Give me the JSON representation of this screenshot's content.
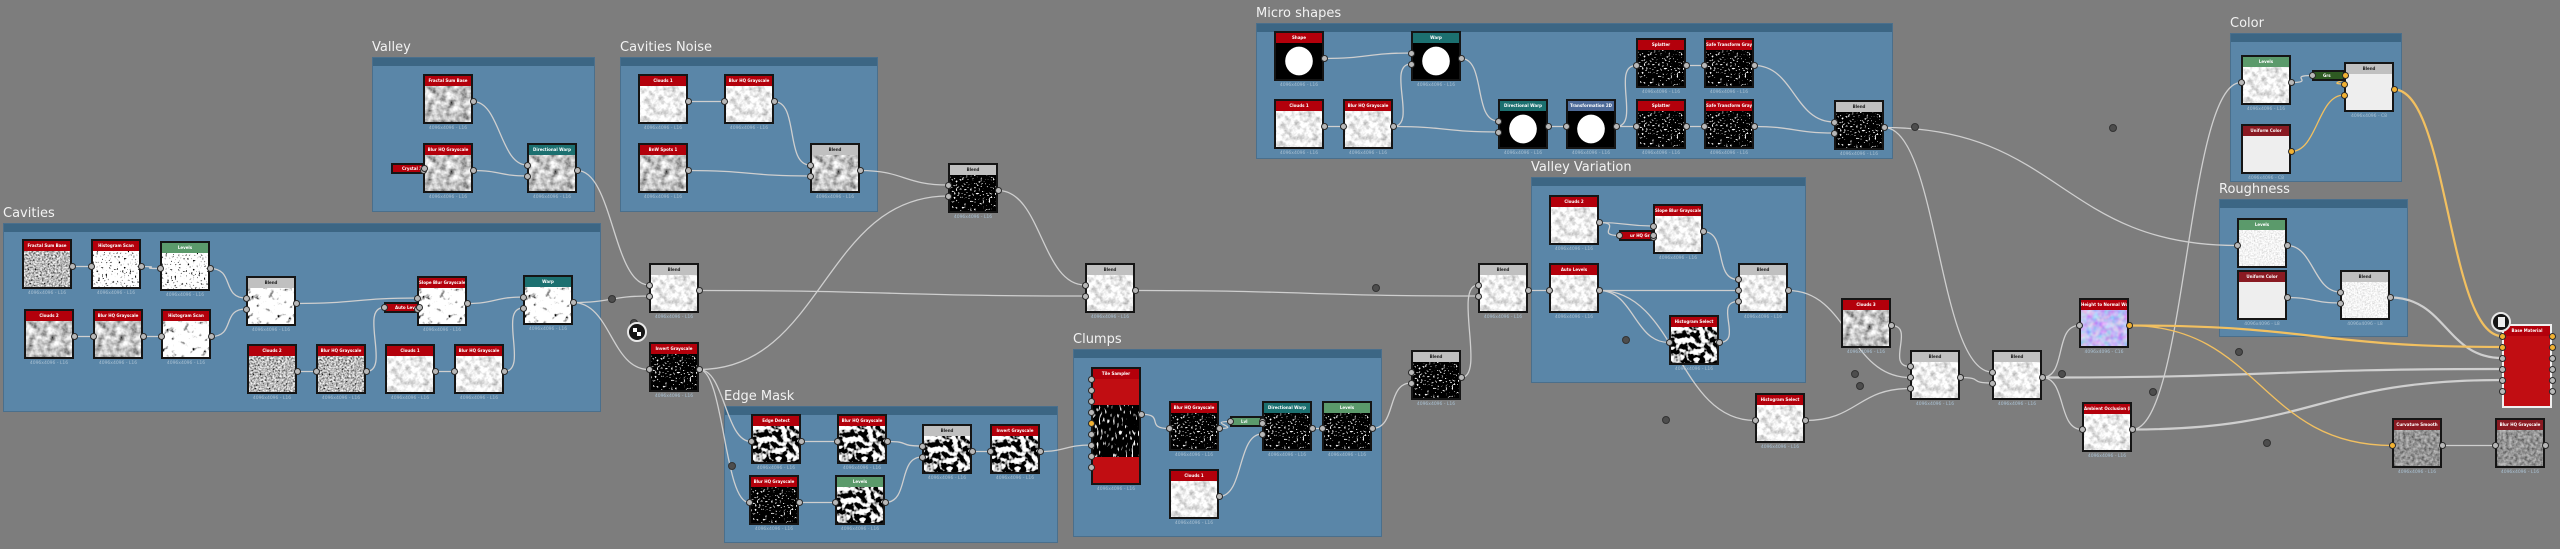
{
  "colors": {
    "background": "#7d7d7d",
    "frame": "#5a86a8",
    "header_red": "#b3000b",
    "header_green": "#5b9a6b",
    "header_teal": "#1c7070",
    "header_gray": "#c0c0c0",
    "header_blue": "#4d6a98",
    "header_darkgreen": "#2e5a22",
    "header_darkred": "#8a1a22",
    "wire": "#cfcfcf",
    "wire_orange": "#f2c060"
  },
  "frames": [
    {
      "id": "valley",
      "title": "Valley"
    },
    {
      "id": "cavities_noise",
      "title": "Cavities Noise"
    },
    {
      "id": "cavities",
      "title": "Cavities"
    },
    {
      "id": "micro_shapes",
      "title": "Micro shapes"
    },
    {
      "id": "valley_variation",
      "title": "Valley Variation"
    },
    {
      "id": "edge_mask",
      "title": "Edge Mask"
    },
    {
      "id": "clumps",
      "title": "Clumps"
    },
    {
      "id": "color",
      "title": "Color"
    },
    {
      "id": "roughness",
      "title": "Roughness"
    }
  ],
  "nodes": [
    {
      "id": "v1",
      "title": "Fractal Sum Base",
      "header": "red",
      "thumb": "gray",
      "res": "4096x4096 - L16"
    },
    {
      "id": "v2",
      "title": "Blur HQ Grayscale",
      "header": "red",
      "thumb": "gray",
      "res": "4096x4096 - L16"
    },
    {
      "id": "v3",
      "title": "Crystal 2",
      "header": "red",
      "mini": true
    },
    {
      "id": "v4",
      "title": "Directional Warp",
      "header": "teal",
      "thumb": "gray",
      "res": "4096x4096 - L16"
    },
    {
      "id": "cn1",
      "title": "Clouds 1",
      "header": "red",
      "thumb": "light",
      "res": "4096x4096 - L16"
    },
    {
      "id": "cn2",
      "title": "Blur HQ Grayscale",
      "header": "red",
      "thumb": "light",
      "res": "4096x4096 - L16"
    },
    {
      "id": "cn3",
      "title": "BnW Spots 1",
      "header": "red",
      "thumb": "gray",
      "res": "4096x4096 - L16"
    },
    {
      "id": "cn4",
      "title": "Blend",
      "header": "gray",
      "thumb": "gray",
      "res": "4096x4096 - L16"
    },
    {
      "id": "c1",
      "title": "Fractal Sum Base",
      "header": "red",
      "thumb": "fine",
      "res": "4096x4096 - L16"
    },
    {
      "id": "c2",
      "title": "Histogram Scan",
      "header": "red",
      "thumb": "whitedots",
      "res": "4096x4096 - L16"
    },
    {
      "id": "c3",
      "title": "Levels",
      "header": "green",
      "thumb": "whitedots",
      "res": "4096x4096 - L16"
    },
    {
      "id": "c4",
      "title": "Blend",
      "header": "gray",
      "thumb": "whiteblotch",
      "res": "4096x4096 - L16"
    },
    {
      "id": "c5",
      "title": "Clouds 2",
      "header": "red",
      "thumb": "gray",
      "res": "4096x4096 - L16"
    },
    {
      "id": "c6",
      "title": "Blur HQ Grayscale",
      "header": "red",
      "thumb": "gray",
      "res": "4096x4096 - L16"
    },
    {
      "id": "c7",
      "title": "Histogram Scan",
      "header": "red",
      "thumb": "whiteblotch",
      "res": "4096x4096 - L16"
    },
    {
      "id": "c8",
      "title": "Clouds 2",
      "header": "red",
      "thumb": "fine",
      "res": "4096x4096 - L16"
    },
    {
      "id": "c9",
      "title": "Blur HQ Grayscale",
      "header": "red",
      "thumb": "fine",
      "res": "4096x4096 - L16"
    },
    {
      "id": "c10",
      "title": "Clouds 1",
      "header": "red",
      "thumb": "light",
      "res": "4096x4096 - L16"
    },
    {
      "id": "c11",
      "title": "Blur HQ Grayscale",
      "header": "red",
      "thumb": "light",
      "res": "4096x4096 - L16"
    },
    {
      "id": "c12",
      "title": "Slope Blur Grayscale",
      "header": "red",
      "thumb": "whiteblotch",
      "res": "4096x4096 - L16"
    },
    {
      "id": "c13",
      "title": "Auto Levels",
      "header": "red",
      "mini": true
    },
    {
      "id": "c14",
      "title": "Warp",
      "header": "teal",
      "thumb": "whiteblotch",
      "res": "4096x4096 - L16"
    },
    {
      "id": "m1",
      "title": "Blend",
      "header": "gray",
      "thumb": "light",
      "res": "4096x4096 - L16"
    },
    {
      "id": "m2",
      "title": "Invert Grayscale",
      "header": "red",
      "thumb": "specks",
      "res": "4096x4096 - L16"
    },
    {
      "id": "m3",
      "title": "Blend",
      "header": "gray",
      "thumb": "specks",
      "res": "4096x4096 - L16"
    },
    {
      "id": "m4",
      "title": "Blend",
      "header": "gray",
      "thumb": "light",
      "res": "4096x4096 - L16"
    },
    {
      "id": "m5",
      "title": "Blend",
      "header": "gray",
      "thumb": "specks",
      "res": "4096x4096 - L16"
    },
    {
      "id": "e1",
      "title": "Edge Detect",
      "header": "red",
      "thumb": "blotch",
      "res": "4096x4096 - L16"
    },
    {
      "id": "e2",
      "title": "Blur HQ Grayscale",
      "header": "red",
      "thumb": "blotch",
      "res": "4096x4096 - L16"
    },
    {
      "id": "e3",
      "title": "Blend",
      "header": "gray",
      "thumb": "blotch",
      "res": "4096x4096 - L16"
    },
    {
      "id": "e4",
      "title": "Invert Grayscale",
      "header": "red",
      "thumb": "blotch",
      "res": "4096x4096 - L16"
    },
    {
      "id": "e5",
      "title": "Blur HQ Grayscale",
      "header": "red",
      "thumb": "specks",
      "res": "4096x4096 - L16"
    },
    {
      "id": "e6",
      "title": "Levels",
      "header": "green",
      "thumb": "blotch",
      "res": "4096x4096 - L16"
    },
    {
      "id": "k1",
      "title": "Tile Sampler",
      "header": "red",
      "thumb": "tile",
      "res": "4096x4096 - L16"
    },
    {
      "id": "k2",
      "title": "Blur HQ Grayscale",
      "header": "red",
      "thumb": "specks",
      "res": "4096x4096 - L16"
    },
    {
      "id": "k3",
      "title": "Lvl",
      "header": "green",
      "mini": true
    },
    {
      "id": "k4",
      "title": "Directional Warp",
      "header": "teal",
      "thumb": "specks",
      "res": "4096x4096 - L16"
    },
    {
      "id": "k5",
      "title": "Levels",
      "header": "green",
      "thumb": "specks",
      "res": "4096x4096 - L16"
    },
    {
      "id": "k6",
      "title": "Clouds 1",
      "header": "red",
      "thumb": "light",
      "res": "4096x4096 - L16"
    },
    {
      "id": "s1",
      "title": "Shape",
      "header": "red",
      "thumb": "blob",
      "res": "4096x4096 - L16"
    },
    {
      "id": "s2",
      "title": "Warp",
      "header": "teal",
      "thumb": "blob",
      "res": "4096x4096 - L16"
    },
    {
      "id": "s3",
      "title": "Clouds 1",
      "header": "red",
      "thumb": "light",
      "res": "4096x4096 - L16"
    },
    {
      "id": "s4",
      "title": "Blur HQ Grayscale",
      "header": "red",
      "thumb": "light",
      "res": "4096x4096 - L16"
    },
    {
      "id": "s5",
      "title": "Directional Warp",
      "header": "teal",
      "thumb": "blob",
      "res": "4096x4096 - L16"
    },
    {
      "id": "s6",
      "title": "Transformation 2D",
      "header": "blue",
      "thumb": "blob",
      "res": "4096x4096 - L16"
    },
    {
      "id": "s7",
      "title": "Splatter",
      "header": "red",
      "thumb": "specks",
      "res": "4096x4096 - L16"
    },
    {
      "id": "s8",
      "title": "Safe Transform Grays...",
      "header": "red",
      "thumb": "specks",
      "res": "4096x4096 - L16"
    },
    {
      "id": "s9",
      "title": "Splatter",
      "header": "red",
      "thumb": "specks",
      "res": "4096x4096 - L16"
    },
    {
      "id": "s10",
      "title": "Safe Transform Grays...",
      "header": "red",
      "thumb": "specks",
      "res": "4096x4096 - L16"
    },
    {
      "id": "s11",
      "title": "Blend",
      "header": "gray",
      "thumb": "specks",
      "res": "4096x4096 - L16"
    },
    {
      "id": "vv0",
      "title": "Blend",
      "header": "gray",
      "thumb": "light",
      "res": "4096x4096 - L16"
    },
    {
      "id": "vv1",
      "title": "Clouds 2",
      "header": "red",
      "thumb": "light",
      "res": "4096x4096 - L16"
    },
    {
      "id": "vv2",
      "title": "Slope Blur Grayscale",
      "header": "red",
      "thumb": "light",
      "res": "4096x4096 - L16"
    },
    {
      "id": "vv3",
      "title": "ur HQ Gra...",
      "header": "red",
      "mini": true
    },
    {
      "id": "vv4",
      "title": "Auto Levels",
      "header": "red",
      "thumb": "light",
      "res": "4096x4096 - L16"
    },
    {
      "id": "vv5",
      "title": "Blend",
      "header": "gray",
      "thumb": "light",
      "res": "4096x4096 - L16"
    },
    {
      "id": "vv6",
      "title": "Histogram Select",
      "header": "red",
      "thumb": "blotch",
      "res": "4096x4096 - L16"
    },
    {
      "id": "r1",
      "title": "Clouds 3",
      "header": "red",
      "thumb": "gray",
      "res": "4096x4096 - L16"
    },
    {
      "id": "r2",
      "title": "Histogram Select",
      "header": "red",
      "thumb": "light",
      "res": "4096x4096 - L16"
    },
    {
      "id": "r3",
      "title": "Blend",
      "header": "gray",
      "thumb": "light",
      "res": "4096x4096 - L16"
    },
    {
      "id": "r4",
      "title": "Blend",
      "header": "gray",
      "thumb": "light",
      "res": "4096x4096 - L16"
    },
    {
      "id": "r5",
      "title": "Height to Normal Worl...",
      "header": "red",
      "thumb": "normal",
      "res": "4096x4096 - C16"
    },
    {
      "id": "r6",
      "title": "Ambient Occlusion (HB...",
      "header": "red",
      "thumb": "light",
      "res": "4096x4096 - L16"
    },
    {
      "id": "col1",
      "title": "Levels",
      "header": "green",
      "thumb": "light",
      "res": "4096x4096 - L16"
    },
    {
      "id": "col2",
      "title": "Grs",
      "header": "darkgreen",
      "mini": true
    },
    {
      "id": "col3",
      "title": "Blend",
      "header": "gray",
      "thumb": "white",
      "res": "4096x4096 - C8"
    },
    {
      "id": "col4",
      "title": "Uniform Color",
      "header": "darkred",
      "thumb": "white",
      "res": "4096x4096 - C8"
    },
    {
      "id": "rg1",
      "title": "Levels",
      "header": "green",
      "thumb": "finelight",
      "res": ""
    },
    {
      "id": "rg2",
      "title": "Uniform Color",
      "header": "darkred",
      "thumb": "white",
      "res": "4096x4096 - L8"
    },
    {
      "id": "rg3",
      "title": "Blend",
      "header": "gray",
      "thumb": "finelight",
      "res": "4096x4096 - L8"
    },
    {
      "id": "out",
      "title": "Base Material",
      "header": "red",
      "thumb": "red",
      "res": ""
    },
    {
      "id": "r7",
      "title": "Curvature Smooth",
      "header": "darkred",
      "thumb": "dark",
      "res": "4096x4096 - L16"
    },
    {
      "id": "r8",
      "title": "Blur HQ Grayscale",
      "header": "darkred",
      "thumb": "dark",
      "res": "4096x4096 - L16"
    }
  ]
}
